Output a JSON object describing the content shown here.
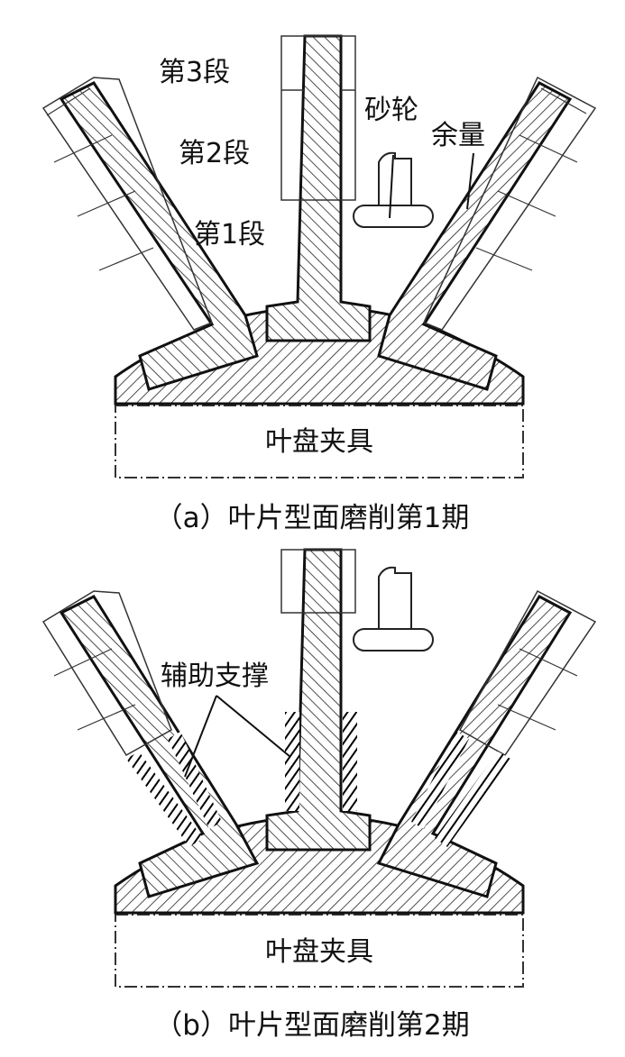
{
  "panel_a": {
    "segment_labels": [
      "第3段",
      "第2段",
      "第1段"
    ],
    "grinding_wheel_label": "砂轮",
    "allowance_label": "余量",
    "fixture_label": "叶盘夹具",
    "caption": "（a）叶片型面磨削第1期"
  },
  "panel_b": {
    "aux_support_label": "辅助支撑",
    "fixture_label": "叶盘夹具",
    "caption": "（b）叶片型面磨削第2期"
  },
  "colors": {
    "stroke": "#111111",
    "fill": "#ffffff"
  }
}
